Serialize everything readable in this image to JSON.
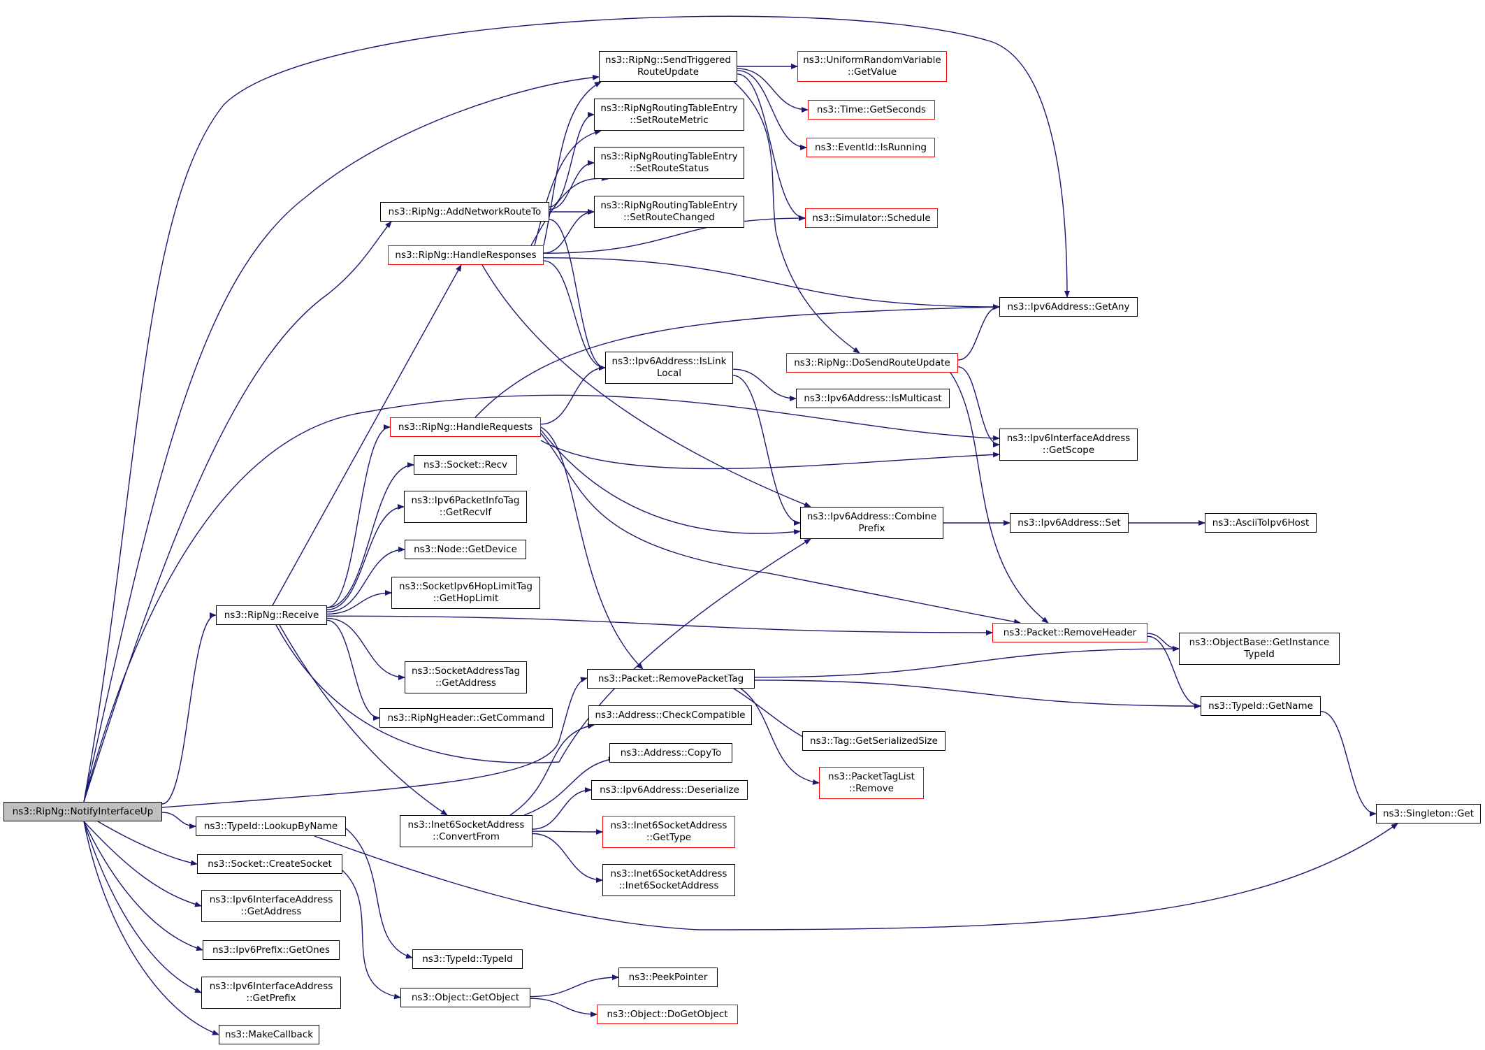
{
  "diagram": {
    "type": "call-graph",
    "root": "ns3::RipNg::NotifyInterfaceUp",
    "colors": {
      "edge": "#191970",
      "normal_border": "#000000",
      "truncated_border": "#ff0000",
      "root_fill": "#bfbfbf"
    },
    "nodes": [
      {
        "id": "notify",
        "label": "ns3::RipNg::NotifyInterfaceUp",
        "kind": "root"
      },
      {
        "id": "sendTrig",
        "label": "ns3::RipNg::SendTriggered\nRouteUpdate",
        "kind": "normal"
      },
      {
        "id": "uniform",
        "label": "ns3::UniformRandomVariable\n::GetValue",
        "kind": "truncated"
      },
      {
        "id": "getSeconds",
        "label": "ns3::Time::GetSeconds",
        "kind": "truncated"
      },
      {
        "id": "isRunning",
        "label": "ns3::EventId::IsRunning",
        "kind": "truncated"
      },
      {
        "id": "schedule",
        "label": "ns3::Simulator::Schedule",
        "kind": "truncated"
      },
      {
        "id": "setMetric",
        "label": "ns3::RipNgRoutingTableEntry\n::SetRouteMetric",
        "kind": "normal"
      },
      {
        "id": "setStatus",
        "label": "ns3::RipNgRoutingTableEntry\n::SetRouteStatus",
        "kind": "normal"
      },
      {
        "id": "setChanged",
        "label": "ns3::RipNgRoutingTableEntry\n::SetRouteChanged",
        "kind": "normal"
      },
      {
        "id": "addNet",
        "label": "ns3::RipNg::AddNetworkRouteTo",
        "kind": "normal"
      },
      {
        "id": "handleResp",
        "label": "ns3::RipNg::HandleResponses",
        "kind": "truncated"
      },
      {
        "id": "getAny",
        "label": "ns3::Ipv6Address::GetAny",
        "kind": "normal"
      },
      {
        "id": "doSend",
        "label": "ns3::RipNg::DoSendRouteUpdate",
        "kind": "truncated"
      },
      {
        "id": "isLinkLocal",
        "label": "ns3::Ipv6Address::IsLink\nLocal",
        "kind": "normal"
      },
      {
        "id": "isMulticast",
        "label": "ns3::Ipv6Address::IsMulticast",
        "kind": "normal"
      },
      {
        "id": "handleReq",
        "label": "ns3::RipNg::HandleRequests",
        "kind": "truncated"
      },
      {
        "id": "getScope",
        "label": "ns3::Ipv6InterfaceAddress\n::GetScope",
        "kind": "normal"
      },
      {
        "id": "sockRecv",
        "label": "ns3::Socket::Recv",
        "kind": "normal"
      },
      {
        "id": "getRecvIf",
        "label": "ns3::Ipv6PacketInfoTag\n::GetRecvIf",
        "kind": "normal"
      },
      {
        "id": "combine",
        "label": "ns3::Ipv6Address::Combine\nPrefix",
        "kind": "normal"
      },
      {
        "id": "set",
        "label": "ns3::Ipv6Address::Set",
        "kind": "normal"
      },
      {
        "id": "ascii",
        "label": "ns3::AsciiToIpv6Host",
        "kind": "normal"
      },
      {
        "id": "getDevice",
        "label": "ns3::Node::GetDevice",
        "kind": "normal"
      },
      {
        "id": "hopLimit",
        "label": "ns3::SocketIpv6HopLimitTag\n::GetHopLimit",
        "kind": "normal"
      },
      {
        "id": "receive",
        "label": "ns3::RipNg::Receive",
        "kind": "normal"
      },
      {
        "id": "removeHeader",
        "label": "ns3::Packet::RemoveHeader",
        "kind": "truncated"
      },
      {
        "id": "instTypeId",
        "label": "ns3::ObjectBase::GetInstance\nTypeId",
        "kind": "normal"
      },
      {
        "id": "sockAddrTag",
        "label": "ns3::SocketAddressTag\n::GetAddress",
        "kind": "normal"
      },
      {
        "id": "removePktTag",
        "label": "ns3::Packet::RemovePacketTag",
        "kind": "normal"
      },
      {
        "id": "getName",
        "label": "ns3::TypeId::GetName",
        "kind": "normal"
      },
      {
        "id": "getCommand",
        "label": "ns3::RipNgHeader::GetCommand",
        "kind": "normal"
      },
      {
        "id": "checkCompat",
        "label": "ns3::Address::CheckCompatible",
        "kind": "normal"
      },
      {
        "id": "serSize",
        "label": "ns3::Tag::GetSerializedSize",
        "kind": "normal"
      },
      {
        "id": "copyTo",
        "label": "ns3::Address::CopyTo",
        "kind": "normal"
      },
      {
        "id": "tagRemove",
        "label": "ns3::PacketTagList\n::Remove",
        "kind": "truncated"
      },
      {
        "id": "deser",
        "label": "ns3::Ipv6Address::Deserialize",
        "kind": "normal"
      },
      {
        "id": "singleton",
        "label": "ns3::Singleton::Get",
        "kind": "normal"
      },
      {
        "id": "convertFrom",
        "label": "ns3::Inet6SocketAddress\n::ConvertFrom",
        "kind": "normal"
      },
      {
        "id": "getType",
        "label": "ns3::Inet6SocketAddress\n::GetType",
        "kind": "truncated"
      },
      {
        "id": "lookup",
        "label": "ns3::TypeId::LookupByName",
        "kind": "normal"
      },
      {
        "id": "inet6ctor",
        "label": "ns3::Inet6SocketAddress\n::Inet6SocketAddress",
        "kind": "normal"
      },
      {
        "id": "createSocket",
        "label": "ns3::Socket::CreateSocket",
        "kind": "normal"
      },
      {
        "id": "ifaceGetAddr",
        "label": "ns3::Ipv6InterfaceAddress\n::GetAddress",
        "kind": "normal"
      },
      {
        "id": "getOnes",
        "label": "ns3::Ipv6Prefix::GetOnes",
        "kind": "normal"
      },
      {
        "id": "typeIdCtor",
        "label": "ns3::TypeId::TypeId",
        "kind": "normal"
      },
      {
        "id": "peek",
        "label": "ns3::PeekPointer",
        "kind": "normal"
      },
      {
        "id": "ifaceGetPrefix",
        "label": "ns3::Ipv6InterfaceAddress\n::GetPrefix",
        "kind": "normal"
      },
      {
        "id": "getObject",
        "label": "ns3::Object::GetObject",
        "kind": "normal"
      },
      {
        "id": "doGetObject",
        "label": "ns3::Object::DoGetObject",
        "kind": "truncated"
      },
      {
        "id": "makeCb",
        "label": "ns3::MakeCallback",
        "kind": "normal"
      }
    ],
    "edges": [
      [
        "notify",
        "sendTrig"
      ],
      [
        "notify",
        "getAny"
      ],
      [
        "notify",
        "addNet"
      ],
      [
        "notify",
        "receive"
      ],
      [
        "notify",
        "getScope"
      ],
      [
        "notify",
        "removePktTag"
      ],
      [
        "notify",
        "lookup"
      ],
      [
        "notify",
        "createSocket"
      ],
      [
        "notify",
        "ifaceGetAddr"
      ],
      [
        "notify",
        "getOnes"
      ],
      [
        "notify",
        "ifaceGetPrefix"
      ],
      [
        "notify",
        "makeCb"
      ],
      [
        "sendTrig",
        "uniform"
      ],
      [
        "sendTrig",
        "getSeconds"
      ],
      [
        "sendTrig",
        "isRunning"
      ],
      [
        "sendTrig",
        "schedule"
      ],
      [
        "sendTrig",
        "doSend"
      ],
      [
        "addNet",
        "setMetric"
      ],
      [
        "addNet",
        "setStatus"
      ],
      [
        "addNet",
        "setChanged"
      ],
      [
        "addNet",
        "isLinkLocal"
      ],
      [
        "handleResp",
        "sendTrig"
      ],
      [
        "handleResp",
        "setMetric"
      ],
      [
        "handleResp",
        "setStatus"
      ],
      [
        "handleResp",
        "setChanged"
      ],
      [
        "handleResp",
        "schedule"
      ],
      [
        "handleResp",
        "getAny"
      ],
      [
        "handleResp",
        "isLinkLocal"
      ],
      [
        "handleResp",
        "combine"
      ],
      [
        "doSend",
        "getAny"
      ],
      [
        "doSend",
        "getScope"
      ],
      [
        "doSend",
        "removeHeader"
      ],
      [
        "isLinkLocal",
        "isMulticast"
      ],
      [
        "isLinkLocal",
        "combine"
      ],
      [
        "handleReq",
        "getAny"
      ],
      [
        "handleReq",
        "isLinkLocal"
      ],
      [
        "handleReq",
        "getScope"
      ],
      [
        "handleReq",
        "combine"
      ],
      [
        "handleReq",
        "removeHeader"
      ],
      [
        "handleReq",
        "removePktTag"
      ],
      [
        "combine",
        "set"
      ],
      [
        "set",
        "ascii"
      ],
      [
        "receive",
        "handleResp"
      ],
      [
        "receive",
        "handleReq"
      ],
      [
        "receive",
        "sockRecv"
      ],
      [
        "receive",
        "getRecvIf"
      ],
      [
        "receive",
        "getDevice"
      ],
      [
        "receive",
        "hopLimit"
      ],
      [
        "receive",
        "removeHeader"
      ],
      [
        "receive",
        "sockAddrTag"
      ],
      [
        "receive",
        "getCommand"
      ],
      [
        "receive",
        "combine"
      ],
      [
        "receive",
        "convertFrom"
      ],
      [
        "removeHeader",
        "instTypeId"
      ],
      [
        "removeHeader",
        "getName"
      ],
      [
        "removePktTag",
        "instTypeId"
      ],
      [
        "removePktTag",
        "getName"
      ],
      [
        "removePktTag",
        "serSize"
      ],
      [
        "removePktTag",
        "tagRemove"
      ],
      [
        "getName",
        "singleton"
      ],
      [
        "convertFrom",
        "checkCompat"
      ],
      [
        "convertFrom",
        "copyTo"
      ],
      [
        "convertFrom",
        "deser"
      ],
      [
        "convertFrom",
        "getType"
      ],
      [
        "convertFrom",
        "inet6ctor"
      ],
      [
        "lookup",
        "singleton"
      ],
      [
        "lookup",
        "typeIdCtor"
      ],
      [
        "createSocket",
        "getObject"
      ],
      [
        "getObject",
        "peek"
      ],
      [
        "getObject",
        "doGetObject"
      ]
    ]
  }
}
